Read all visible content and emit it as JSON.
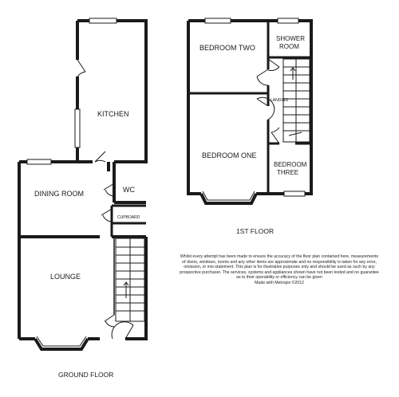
{
  "ground_floor": {
    "label": "GROUND FLOOR",
    "rooms": {
      "kitchen": "KITCHEN",
      "dining_room": "DINING ROOM",
      "wc": "WC",
      "cupboard": "CUPBOARD",
      "lounge": "LOUNGE"
    }
  },
  "first_floor": {
    "label": "1ST FLOOR",
    "rooms": {
      "bedroom_two": "BEDROOM TWO",
      "shower_room_line1": "SHOWER",
      "shower_room_line2": "ROOM",
      "landing": "LANDING",
      "bedroom_one": "BEDROOM ONE",
      "bedroom_three_line1": "BEDROOM",
      "bedroom_three_line2": "THREE"
    }
  },
  "disclaimer": {
    "line1": "Whilst every attempt has been made to ensure the accuracy of the floor plan contained here, measurements",
    "line2": "of doors, windows, rooms and any other items are approximate and no responsibility is taken for any error,",
    "line3": "omission, or mis-statement. This plan is for illustrative purposes only and should be used as such by any",
    "line4": "prospective purchaser. The services, systems and appliances shown have not been tested and no guarantee",
    "line5": "as to their operability or efficiency can be given",
    "line6": "Made with Metropix ©2012"
  },
  "colors": {
    "wall": "#1a1a1a",
    "background": "#ffffff",
    "window": "#ffffff"
  }
}
